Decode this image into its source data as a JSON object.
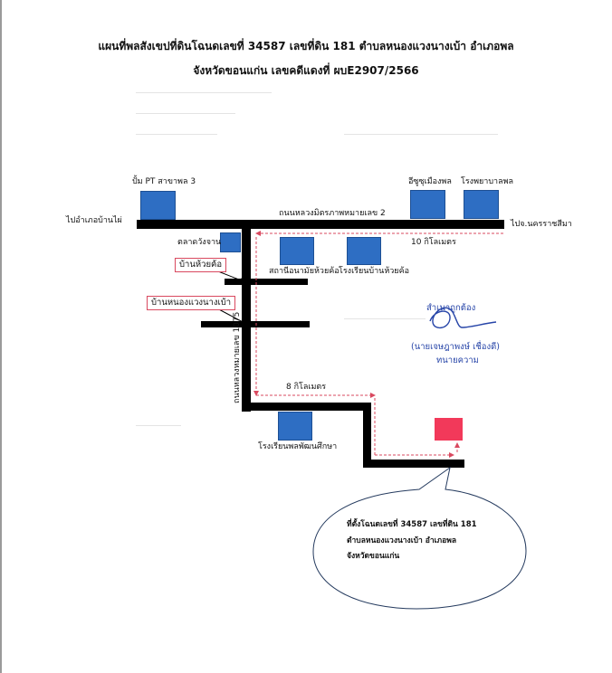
{
  "title": {
    "line1": "แผนที่พลสังเขปที่ดินโฉนดเลขที่ 34587 เลขที่ดิน 181  ตำบลหนองแวงนางเบ้า อำเภอพล",
    "line2": "จังหวัดขอนแก่น  เลขคดีแดงที่ ผบE2907/2566"
  },
  "map": {
    "labels": {
      "road_main": "ถนนหลวงมิตรภาพหมายเลข 2",
      "road_side": "ถนนหลวงหมายเลข 1075",
      "to_left": "ไปอำเภอบ้านไผ่",
      "to_right": "ไปจ.นครราชสีมา",
      "dist_10km": "10 กิโลเมตร",
      "dist_8km": "8 กิโลเมตร"
    },
    "landmarks": {
      "pt_station": "ปั้ม PT สาขาพล 3",
      "isuzu": "อีซูซุเมืองพล",
      "hospital": "โรงพยาบาลพล",
      "market": "ตลาดวังจาน",
      "health_station": "สถานีอนามัยห้วยค้อ",
      "school_huaikho": "โรงเรียนบ้านห้วยค้อ",
      "school_phon": "โรงเรียนพลพัฒนศึกษา"
    },
    "villages": {
      "huaikho": "บ้านห้วยค้อ",
      "nongwaeng": "บ้านหนองแวงนางเบ้า"
    },
    "callout": {
      "line1": "ที่ตั้งโฉนดเลขที่ 34587 เลขที่ดิน 181",
      "line2": "ตำบลหนองแวงนางเบ้า อำเภอพล",
      "line3": "จังหวัดขอนแก่น"
    },
    "signature": {
      "cert": "สำเนาถูกต้อง",
      "name": "(นายเจษฎาพงษ์  เชื่องดี)",
      "role": "ทนายความ"
    },
    "colors": {
      "building": "#2e6ec3",
      "target": "#f2395a",
      "route": "#d9495f",
      "signature": "#2745a8"
    }
  }
}
